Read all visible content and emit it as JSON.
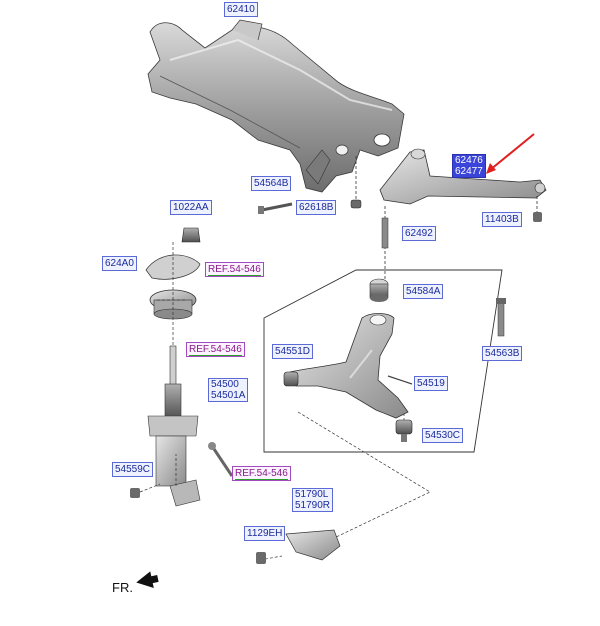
{
  "labels": {
    "subframe": "62410",
    "arm_upper": "62476",
    "arm_lower": "62477",
    "bolt_54564b": "54564B",
    "nut_62618b": "62618B",
    "bolt_11403b": "11403B",
    "bolt_62492": "62492",
    "nut_1022aa": "1022AA",
    "mount_624a0": "624A0",
    "ref_top": "REF.54-546",
    "bush_54584a": "54584A",
    "bolt_54563b": "54563B",
    "ref_mid": "REF.54-546",
    "arm_54551d": "54551D",
    "strut_a": "54500",
    "strut_b": "54501A",
    "clip_54519": "54519",
    "joint_54530c": "54530C",
    "nut_54559c": "54559C",
    "ref_low": "REF.54-546",
    "knuckle_l": "51790L",
    "knuckle_r": "51790R",
    "bolt_1129eh": "1129EH"
  },
  "front_marker": "FR.",
  "colors": {
    "label_text": "#1c2a9a",
    "label_border": "#5b6ad6",
    "ref_text": "#8a1a8a",
    "highlight": "#3a44d8",
    "arrow": "#e02020"
  }
}
